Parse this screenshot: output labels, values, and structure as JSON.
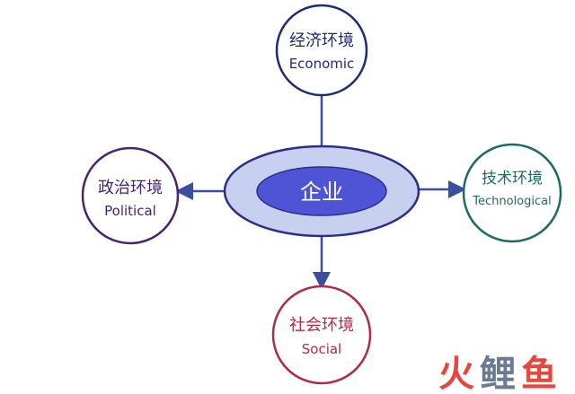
{
  "center": {
    "label": "企业",
    "outer_color": "#c7d1ef",
    "inner_color": "#4f54d6",
    "stroke_color": "#2b2f8a",
    "text_color": "#ffffff"
  },
  "nodes": {
    "economic": {
      "zh": "经济环境",
      "en": "Economic",
      "color": "#1d2a78"
    },
    "political": {
      "zh": "政治环境",
      "en": "Political",
      "color": "#4a2370"
    },
    "technological": {
      "zh": "技术环境",
      "en": "Technological",
      "color": "#1b6b66"
    },
    "social": {
      "zh": "社会环境",
      "en": "Social",
      "color": "#b02a4a"
    }
  },
  "arrow_color": "#3a4fa3",
  "watermark": {
    "glyph_1": "火",
    "glyph_2": "鲤",
    "glyph_3": "鱼",
    "color_1": "#e8453c",
    "color_2": "#6c7a94"
  }
}
